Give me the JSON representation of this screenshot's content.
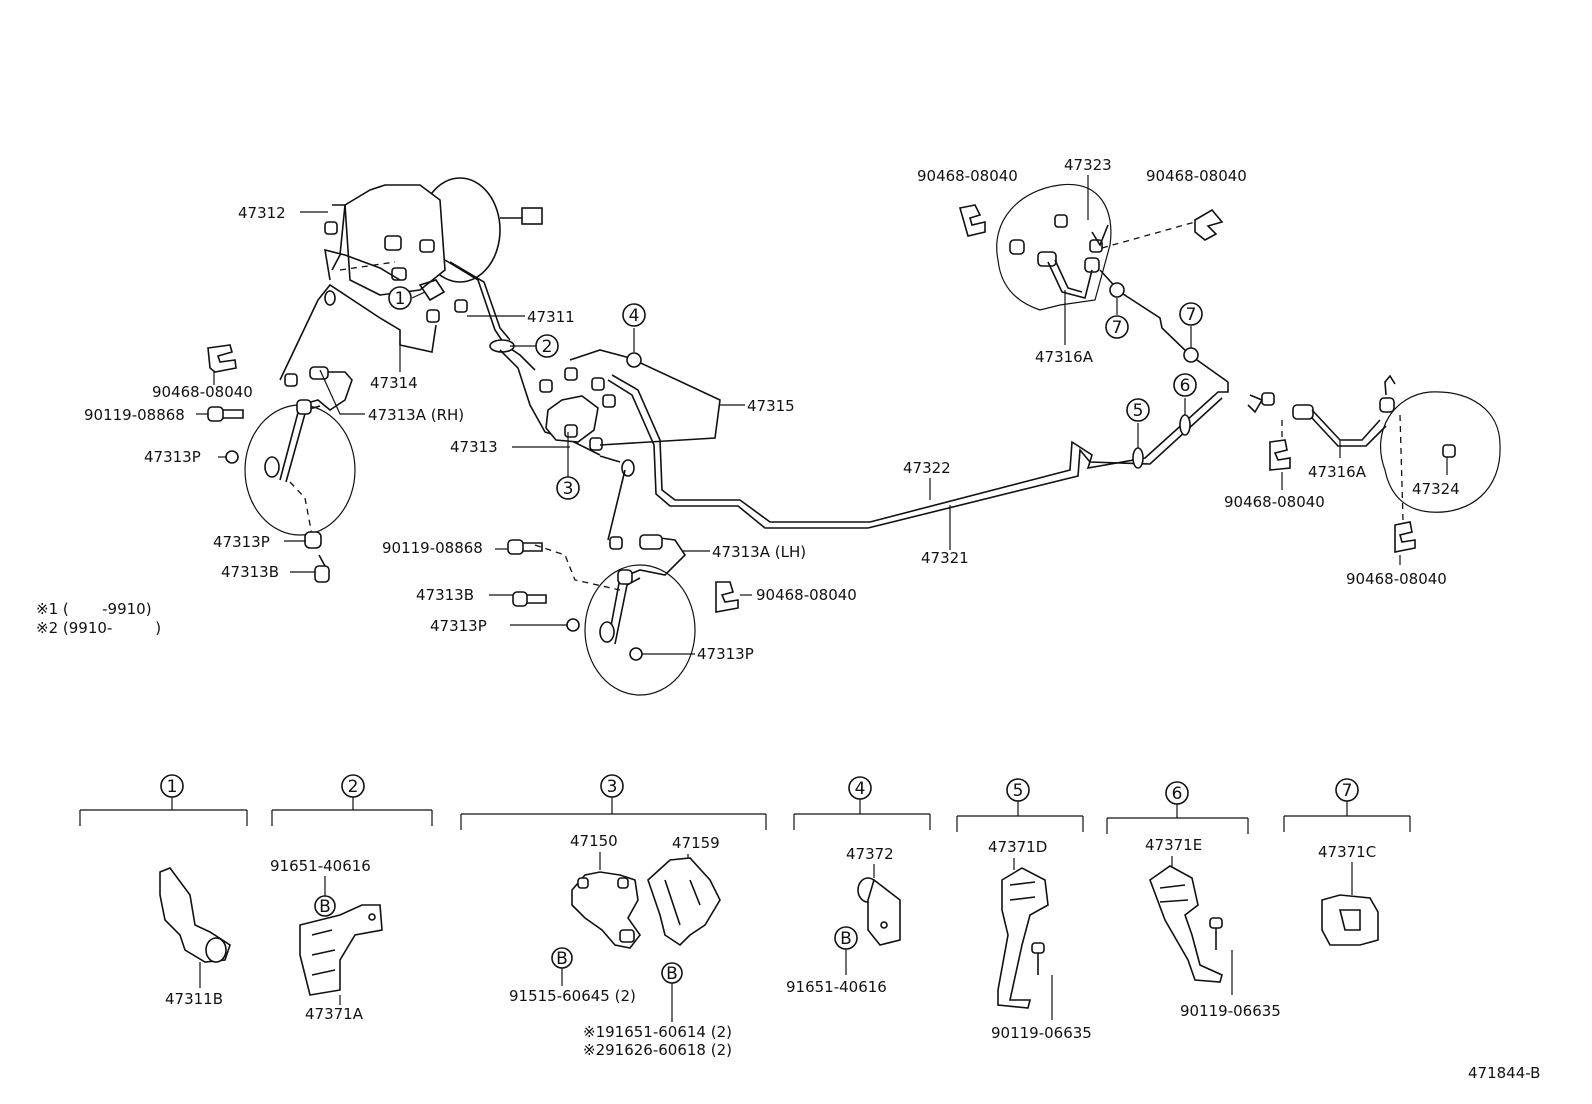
{
  "labels": {
    "p47312": "47312",
    "p47311": "47311",
    "p47314": "47314",
    "p90468_a": "90468-08040",
    "p90119_a": "90119-08868",
    "p47313A_rh": "47313A (RH)",
    "p47313P_a": "47313P",
    "p47313_main": "47313",
    "p47313P_b": "47313P",
    "p47313B_a": "47313B",
    "p47315": "47315",
    "p90119_b": "90119-08868",
    "p47313A_lh": "47313A (LH)",
    "p90468_b": "90468-08040",
    "p47313B_b": "47313B",
    "p47313P_c": "47313P",
    "p47313P_d": "47313P",
    "p47322": "47322",
    "p47321": "47321",
    "p90468_c": "90468-08040",
    "p47323": "47323",
    "p90468_d": "90468-08040",
    "p47316A_a": "47316A",
    "p90468_e": "90468-08040",
    "p47316A_b": "47316A",
    "p47324": "47324",
    "p90468_f": "90468-08040"
  },
  "notes": {
    "note1": "※1 (       -9910)",
    "note2": "※2 (9910-         )"
  },
  "callouts": [
    "1",
    "2",
    "3",
    "4",
    "5",
    "6",
    "7",
    "7",
    "7"
  ],
  "details": [
    {
      "num": "1",
      "parts": [
        "47311B"
      ]
    },
    {
      "num": "2",
      "parts": [
        "91651-40616",
        "47371A"
      ]
    },
    {
      "num": "3",
      "parts": [
        "47150",
        "47159",
        "91515-60645 (2)",
        "※191651-60614 (2)",
        "※291626-60618 (2)"
      ]
    },
    {
      "num": "4",
      "parts": [
        "47372",
        "91651-40616"
      ]
    },
    {
      "num": "5",
      "parts": [
        "47371D",
        "90119-06635"
      ]
    },
    {
      "num": "6",
      "parts": [
        "47371E",
        "90119-06635"
      ]
    },
    {
      "num": "7",
      "parts": [
        "47371C"
      ]
    }
  ],
  "bolt_marker": "B",
  "figure_id": "471844-B"
}
